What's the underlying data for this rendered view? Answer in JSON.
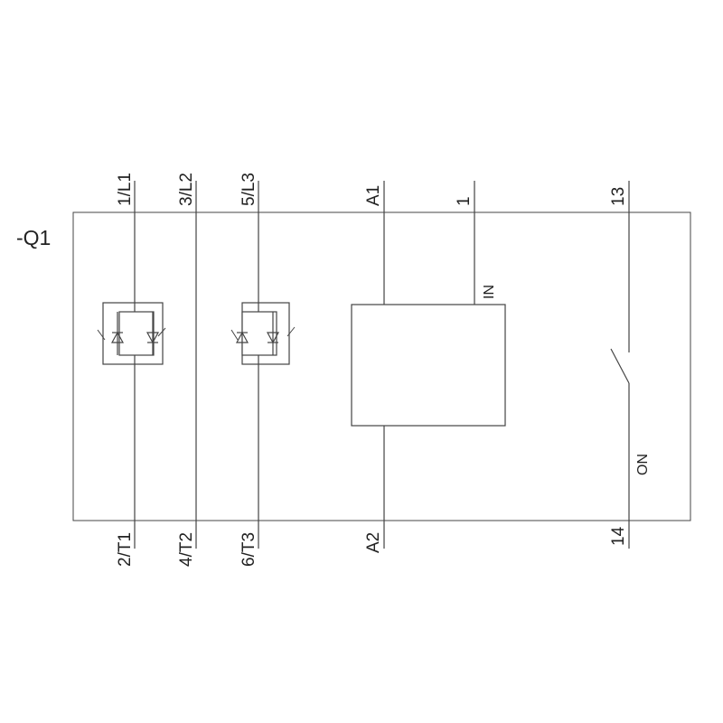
{
  "device_label": "-Q1",
  "terminals_top": {
    "t1": "1/L1",
    "t3": "3/L2",
    "t5": "5/L3",
    "a1": "A1",
    "in1": "1",
    "t13": "13"
  },
  "terminals_bottom": {
    "t2": "2/T1",
    "t4": "4/T2",
    "t6": "6/T3",
    "a2": "A2",
    "t14": "14"
  },
  "inner_labels": {
    "in": "IN",
    "on": "ON"
  },
  "colors": {
    "line": "#444444",
    "text": "#222222",
    "background": "#ffffff"
  }
}
